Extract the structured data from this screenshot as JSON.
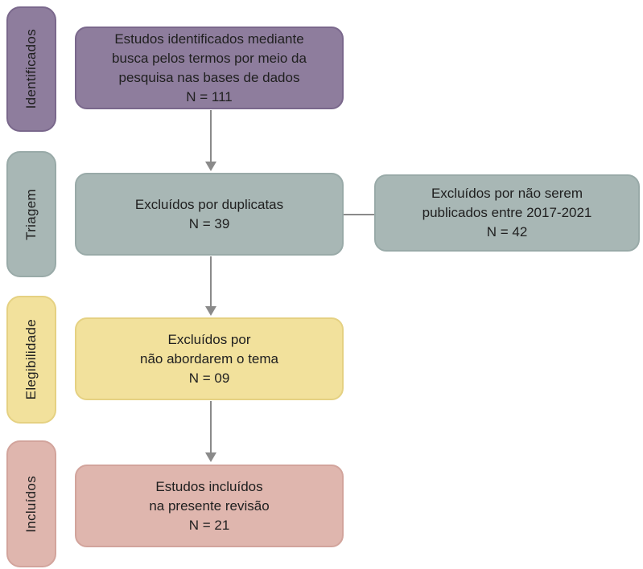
{
  "colors": {
    "background": "#ffffff",
    "text": "#202020",
    "connector": "#8a8a8a",
    "purple_fill": "#8e7d9d",
    "purple_border": "#7a688c",
    "teal_fill": "#a8b7b5",
    "teal_border": "#99aaa8",
    "yellow_fill": "#f2e19c",
    "yellow_border": "#e5d182",
    "pink_fill": "#dfb6ae",
    "pink_border": "#d2a49c"
  },
  "stages": [
    {
      "label": "Identificados"
    },
    {
      "label": "Triagem"
    },
    {
      "label": "Elegibilidade"
    },
    {
      "label": "Incluídos"
    }
  ],
  "boxes": {
    "identified": {
      "lines": [
        "Estudos identificados mediante",
        "busca pelos termos por meio da",
        "pesquisa nas bases de dados"
      ],
      "n": "N = 111"
    },
    "duplicates": {
      "lines": [
        "Excluídos por duplicatas"
      ],
      "n": "N = 39"
    },
    "not_in_period": {
      "lines": [
        "Excluídos por não serem",
        "publicados entre 2017-2021"
      ],
      "n": "N = 42"
    },
    "off_topic": {
      "lines": [
        "Excluídos por",
        "não abordarem o tema"
      ],
      "n": "N = 09"
    },
    "included": {
      "lines": [
        "Estudos incluídos",
        "na presente revisão"
      ],
      "n": "N = 21"
    }
  }
}
